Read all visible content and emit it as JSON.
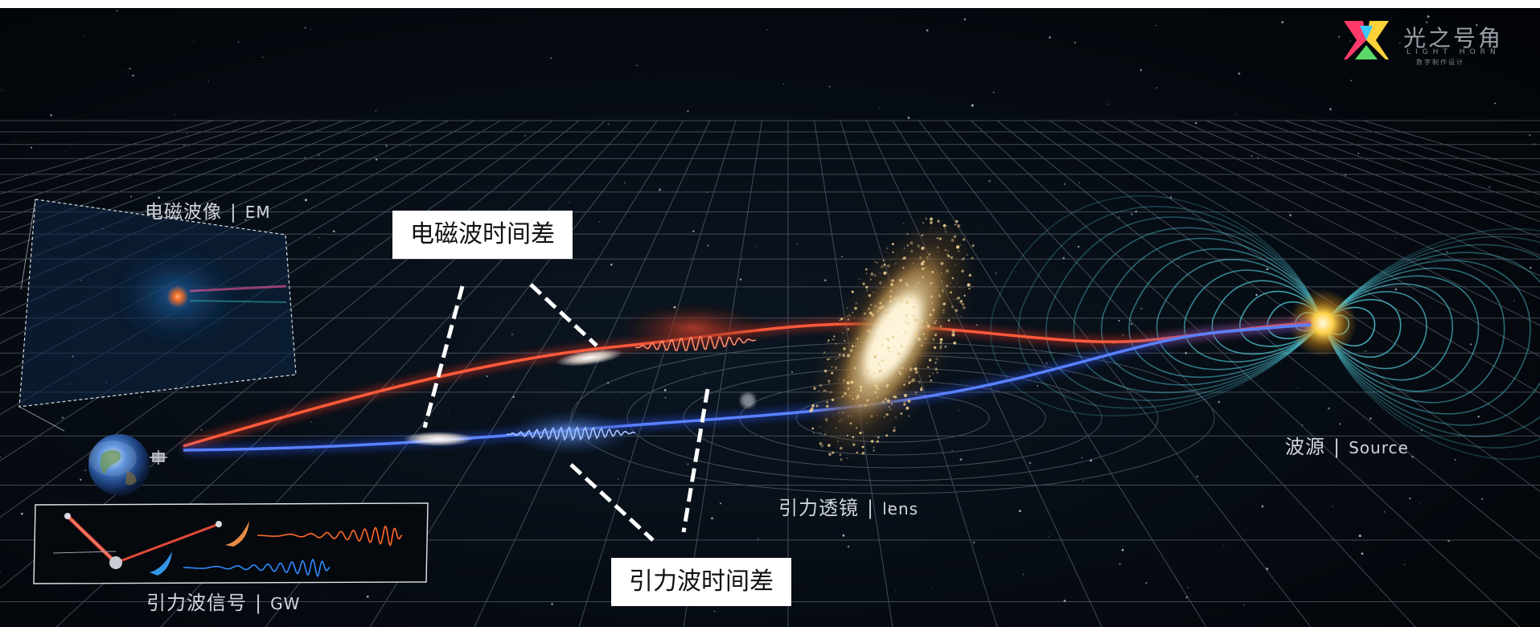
{
  "scene": {
    "labels": {
      "em_image": {
        "zh": "电磁波像",
        "sep": "|",
        "en": "EM"
      },
      "gw_signal": {
        "zh": "引力波信号",
        "sep": "|",
        "en": "GW"
      },
      "lens": {
        "zh": "引力透镜",
        "sep": "|",
        "en": "lens"
      },
      "source": {
        "zh": "波源",
        "sep": "|",
        "en": "Source"
      }
    },
    "callouts": {
      "em_delay": "电磁波时间差",
      "gw_delay": "引力波时间差"
    },
    "logo": {
      "title": "光之号角",
      "subtitle": "LIGHT HORN",
      "subtitle2": "数字制作设计"
    },
    "colors": {
      "background": "#04070c",
      "grid": "#9aa8b6",
      "em_path": "#ff3a24",
      "gw_path": "#2f5cff",
      "source_waves": "#4fc8d6",
      "galaxy": "#f3e3b8"
    },
    "icons": {
      "observer": "earth-icon",
      "detector": "interferometer-icon",
      "source": "star-icon",
      "lens": "galaxy-icon"
    }
  }
}
